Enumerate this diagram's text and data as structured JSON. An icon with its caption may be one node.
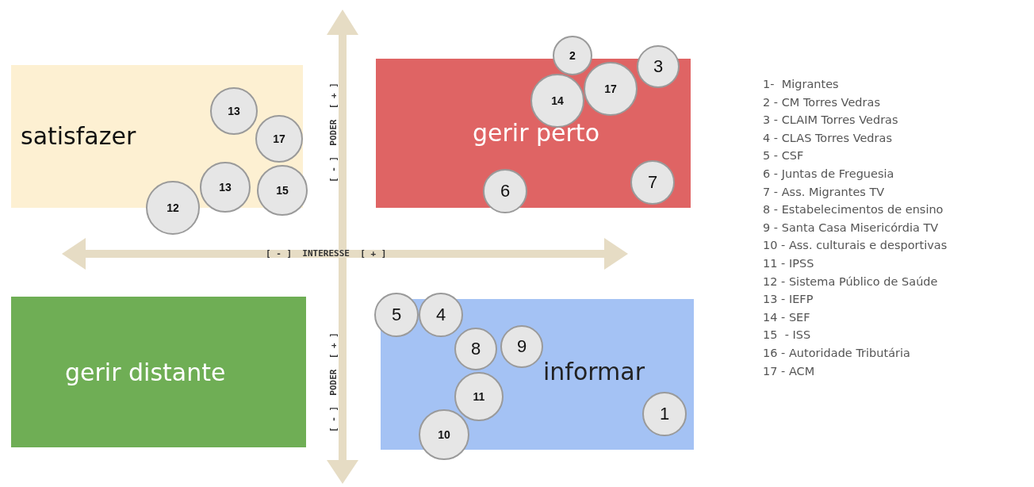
{
  "diagram": {
    "nodes": [
      {
        "text": [
          "satisfazer"
        ]
      },
      {
        "text": [
          "gerir perto"
        ]
      },
      {
        "text": [
          "gerir distante"
        ]
      },
      {
        "text": [
          "informar"
        ]
      },
      {
        "text": [
          "2"
        ]
      },
      {
        "text": [
          "3"
        ]
      },
      {
        "text": [
          "17"
        ],
        "in": 1
      },
      {
        "text": [
          "13"
        ],
        "in": 0
      },
      {
        "text": [
          "14"
        ],
        "in": 1
      },
      {
        "text": [
          "17"
        ],
        "in": 0
      },
      {
        "text": [
          "13"
        ]
      },
      {
        "text": [
          "15"
        ]
      },
      {
        "text": [
          "6"
        ]
      },
      {
        "text": [
          "7"
        ],
        "in": 1
      },
      {
        "text": [
          "12"
        ]
      },
      {
        "text": [
          "5"
        ]
      },
      {
        "text": [
          "4"
        ],
        "in": 3
      },
      {
        "text": [
          "8"
        ],
        "in": 3
      },
      {
        "text": [
          "9"
        ],
        "in": 3
      },
      {
        "text": [
          "11"
        ],
        "in": 3
      },
      {
        "text": [
          "1"
        ],
        "in": 3
      },
      {
        "text": [
          "10"
        ]
      }
    ],
    "labels": [
      "[ - ]  PODER  [ + ]",
      "[ - ]  INTERESSE  [ + ]",
      "[ - ]  PODER  [ + ]",
      "1-  Migrantes",
      "2 - CM Torres Vedras",
      "3 - CLAIM Torres Vedras",
      "4 - CLAS Torres Vedras",
      "5 - CSF",
      "6 - Juntas de Freguesia",
      "7 - Ass. Migrantes TV",
      "8 - Estabelecimentos de ensino",
      "9 - Santa Casa Misericórdia TV",
      "10 - Ass. culturais e desportivas",
      "11 - IPSS",
      "12 - Sistema Público de Saúde",
      "13 - IEFP",
      "14 - SEF",
      "15  - ISS",
      "16 - Autoridade Tributária",
      "17 - ACM"
    ]
  }
}
